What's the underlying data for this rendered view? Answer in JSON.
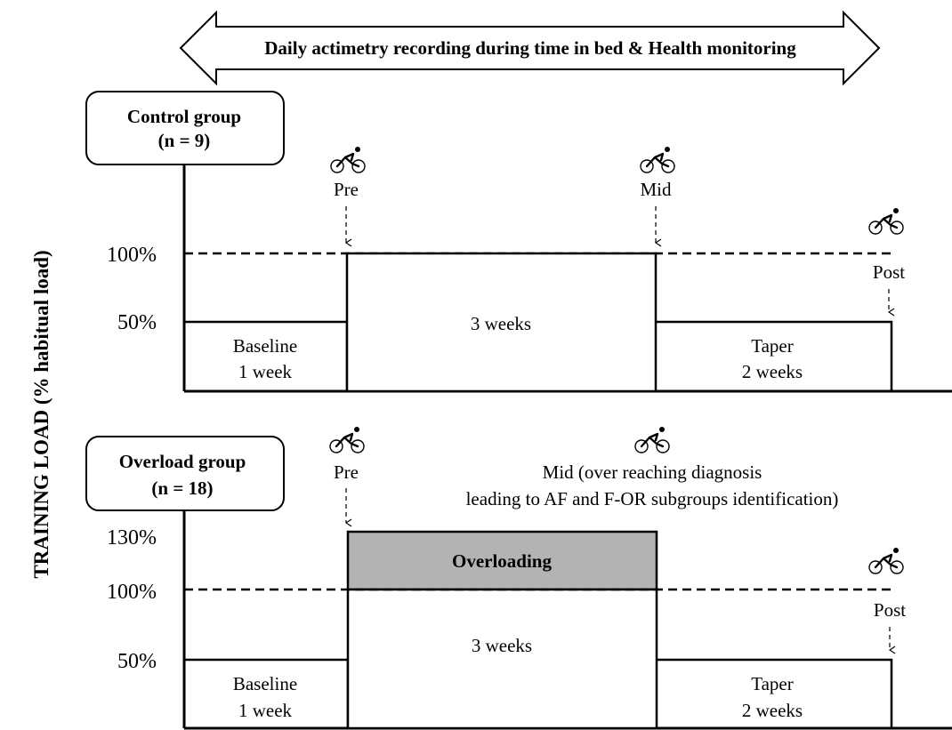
{
  "banner": {
    "text": "Daily actimetry recording during time in bed & Health monitoring"
  },
  "y_axis_label": "TRAINING LOAD (% habitual load)",
  "control": {
    "group_name": "Control group",
    "group_n": "(n = 9)",
    "ticks": [
      "100%",
      "50%"
    ],
    "markers": {
      "pre": "Pre",
      "mid": "Mid",
      "post": "Post"
    },
    "phases": {
      "baseline": [
        "Baseline",
        "1 week"
      ],
      "main": "3 weeks",
      "taper": [
        "Taper",
        "2 weeks"
      ]
    }
  },
  "overload": {
    "group_name": "Overload group",
    "group_n": "(n = 18)",
    "ticks": [
      "130%",
      "100%",
      "50%"
    ],
    "markers": {
      "pre": "Pre",
      "mid_line1": "Mid (over reaching diagnosis",
      "mid_line2": "leading to AF and F-OR subgroups identification)",
      "post": "Post"
    },
    "phases": {
      "baseline": [
        "Baseline",
        "1 week"
      ],
      "main": "3 weeks",
      "overloading": "Overloading",
      "taper": [
        "Taper",
        "2 weeks"
      ]
    }
  },
  "colors": {
    "overloading_fill": "#b3b3b3",
    "line": "#000000"
  },
  "icons": {
    "session_marker": "cyclist-icon"
  }
}
